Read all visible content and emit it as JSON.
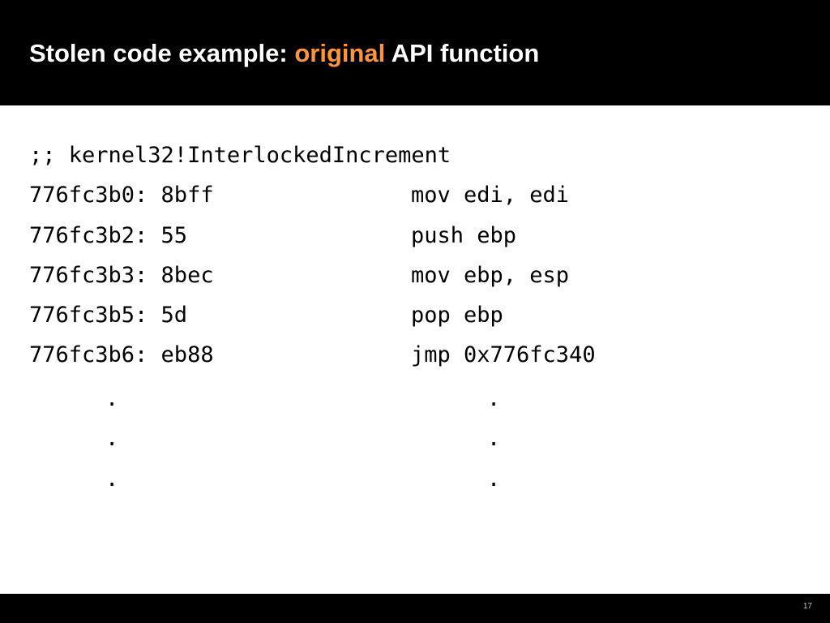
{
  "title": {
    "prefix": "Stolen code example: ",
    "highlight": "original",
    "suffix": " API function",
    "highlight_color": "#f79646"
  },
  "code": {
    "lines": [
      {
        "address": ";; kernel32!InterlockedIncrement",
        "instruction": ""
      },
      {
        "address": "776fc3b0: 8bff",
        "instruction": "mov edi, edi"
      },
      {
        "address": "776fc3b2: 55",
        "instruction": "push ebp"
      },
      {
        "address": "776fc3b3: 8bec",
        "instruction": "mov ebp, esp"
      },
      {
        "address": "776fc3b5: 5d",
        "instruction": "pop ebp"
      },
      {
        "address": "776fc3b6: eb88",
        "instruction": "jmp 0x776fc340"
      }
    ],
    "ellipsis": [
      ".",
      ".",
      "."
    ]
  },
  "footer": {
    "page_number": "17"
  }
}
